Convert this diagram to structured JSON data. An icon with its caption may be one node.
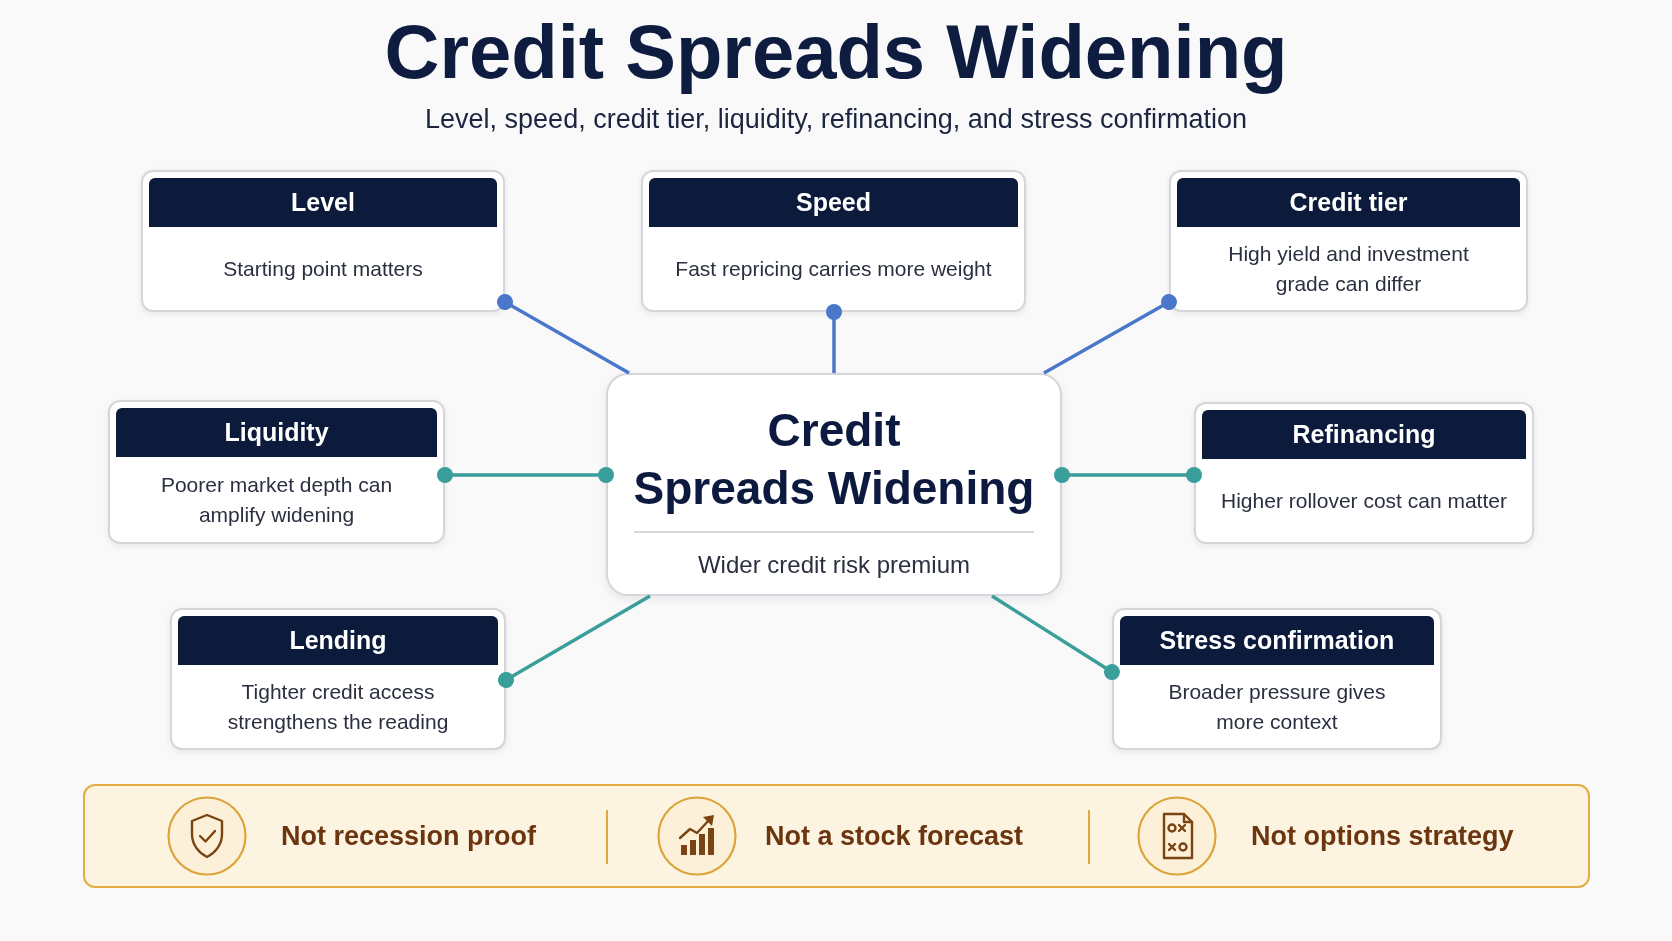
{
  "diagram": {
    "title": "Credit Spreads Widening",
    "nodes": [
      {
        "text": [
          "Level",
          "Starting point matters"
        ]
      },
      {
        "text": [
          "Speed",
          "Fast repricing carries more weight"
        ]
      },
      {
        "text": [
          "Credit tier",
          "High yield and investment grade can differ"
        ]
      },
      {
        "text": [
          "Liquidity",
          "Poorer market depth can amplify widening"
        ]
      },
      {
        "text": [
          "Credit Spreads Widening",
          "Wider credit risk premium"
        ]
      },
      {
        "text": [
          "Refinancing",
          "Higher rollover cost can matter"
        ]
      },
      {
        "text": [
          "Lending",
          "Tighter credit access strengthens the reading"
        ]
      },
      {
        "text": [
          "Stress confirmation",
          "Broader pressure gives more context"
        ]
      },
      {
        "text": [
          "Not recession proof",
          "Not a stock forecast",
          "Not options strategy"
        ]
      }
    ],
    "edges": [
      {
        "from": 4,
        "to": 0,
        "arrow": "other",
        "color": "#4a77c9"
      },
      {
        "from": 4,
        "to": 1,
        "arrow": "other",
        "color": "#4a77c9"
      },
      {
        "from": 4,
        "to": 2,
        "arrow": "other",
        "color": "#4a77c9"
      },
      {
        "from": 4,
        "to": 3,
        "arrow": "other"
      },
      {
        "from": 4,
        "to": 5,
        "arrow": "other"
      },
      {
        "from": 4,
        "to": 6,
        "arrow": "other"
      },
      {
        "from": 4,
        "to": 7,
        "arrow": "other"
      }
    ],
    "labels": [
      "Level, speed, credit tier, liquidity, refinancing, and stress confirmation"
    ]
  }
}
